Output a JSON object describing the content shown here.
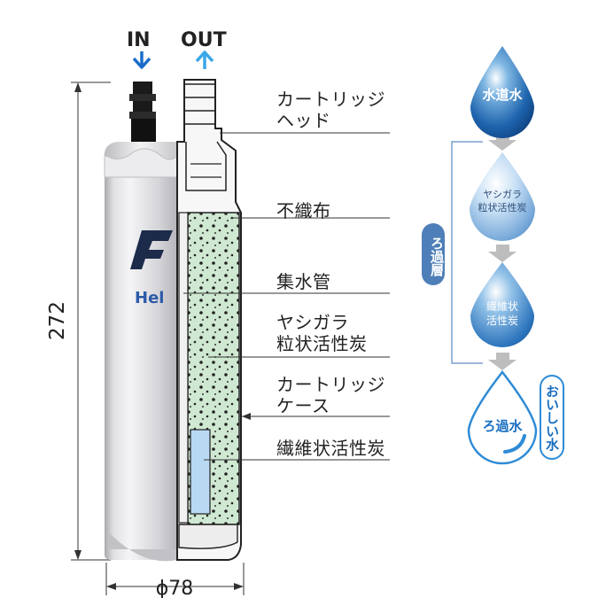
{
  "ports": {
    "in": "IN",
    "out": "OUT"
  },
  "dimensions": {
    "height": "272",
    "diameter": "ϕ78"
  },
  "logo_text": "Hel",
  "labels": {
    "cartridge_head": [
      "カートリッジ",
      "ヘッド"
    ],
    "nonwoven": "不織布",
    "collector": "集水管",
    "granular_carbon": [
      "ヤシガラ",
      "粒状活性炭"
    ],
    "cartridge_case": [
      "カートリッジ",
      "ケース"
    ],
    "fiber_carbon": "繊維状活性炭"
  },
  "flow": {
    "tap_water": "水道水",
    "stage1": [
      "ヤシガラ",
      "粒状活性炭"
    ],
    "stage2": [
      "繊維状",
      "活性炭"
    ],
    "filtered_water": "ろ過水",
    "filter_layer": "ろ過層",
    "tasty_water": "おいしい水"
  },
  "colors": {
    "in_arrow": "#1b6dc9",
    "out_arrow": "#39a6e8",
    "carbon_fill": "#cfe8d2",
    "fiber_fill": "#b9d9f3",
    "drop_dark": "#1c5fa8",
    "drop_light": "#dbeefa"
  }
}
